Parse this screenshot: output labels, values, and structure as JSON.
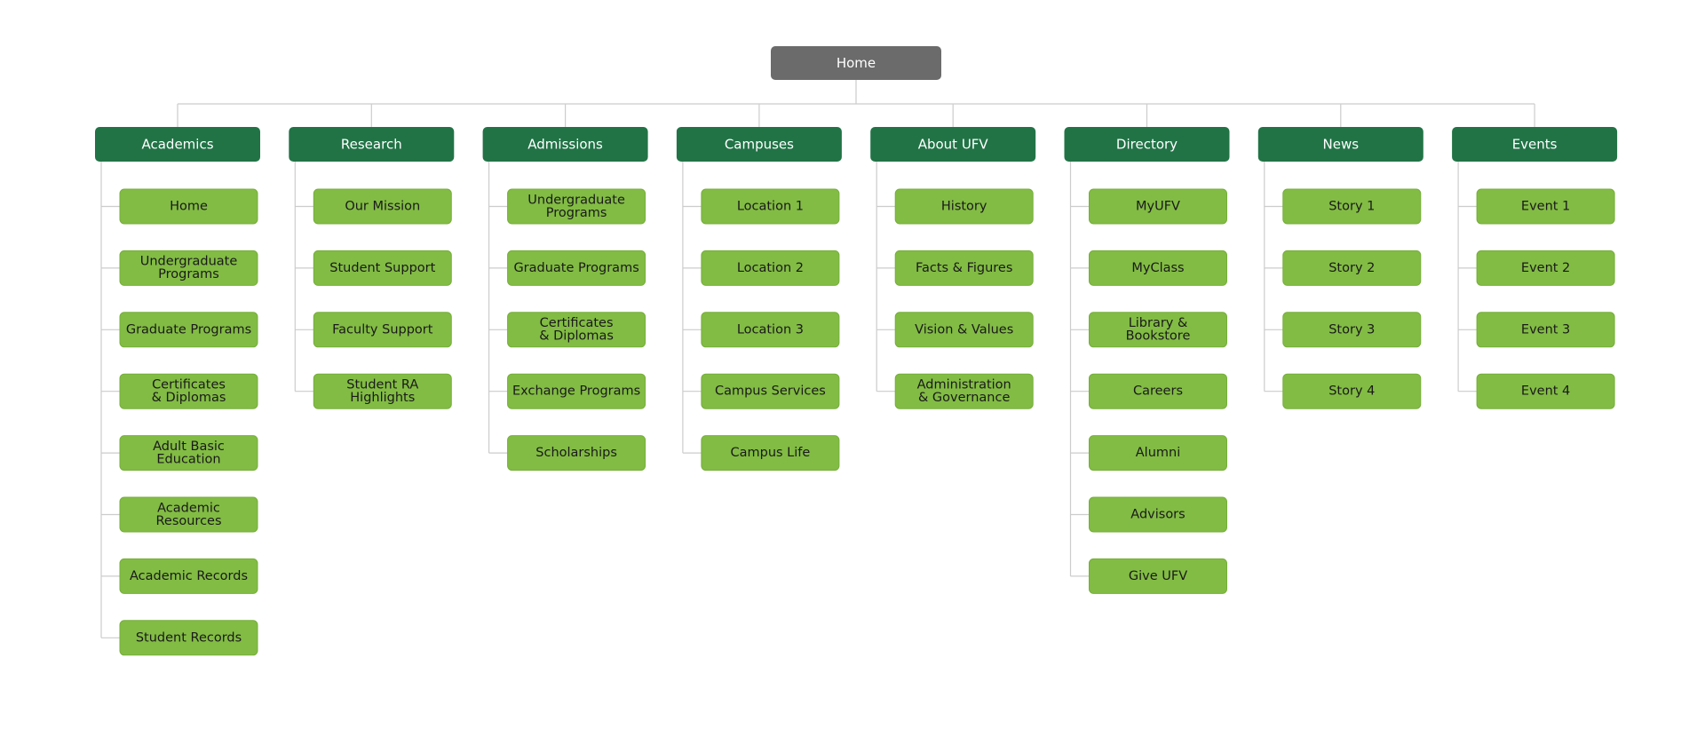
{
  "colors": {
    "root": "#6b6b6b",
    "root_text": "#ffffff",
    "category": "#217346",
    "category_text": "#ffffff",
    "page": "#82bc44",
    "page_stroke": "#76ae3a",
    "page_text": "#1a1a1a",
    "connector": "#cccccc"
  },
  "root": {
    "label": "Home"
  },
  "categories": [
    {
      "label": "Academics",
      "items": [
        "Home",
        "Undergraduate Programs",
        "Graduate Programs",
        "Certificates & Diplomas",
        "Adult Basic Education",
        "Academic Resources",
        "Academic Records",
        "Student Records"
      ]
    },
    {
      "label": "Research",
      "items": [
        "Our Mission",
        "Student Support",
        "Faculty Support",
        "Student RA Highlights"
      ]
    },
    {
      "label": "Admissions",
      "items": [
        "Undergraduate Programs",
        "Graduate Programs",
        "Certificates & Diplomas",
        "Exchange Programs",
        "Scholarships"
      ]
    },
    {
      "label": "Campuses",
      "items": [
        "Location 1",
        "Location 2",
        "Location 3",
        "Campus Services",
        "Campus Life"
      ]
    },
    {
      "label": "About UFV",
      "items": [
        "History",
        "Facts & Figures",
        "Vision & Values",
        "Administration & Governance"
      ]
    },
    {
      "label": "Directory",
      "items": [
        "MyUFV",
        "MyClass",
        "Library & Bookstore",
        "Careers",
        "Alumni",
        "Advisors",
        "Give UFV"
      ]
    },
    {
      "label": "News",
      "items": [
        "Story 1",
        "Story 2",
        "Story 3",
        "Story 4"
      ]
    },
    {
      "label": "Events",
      "items": [
        "Event 1",
        "Event 2",
        "Event 3",
        "Event 4"
      ]
    }
  ]
}
